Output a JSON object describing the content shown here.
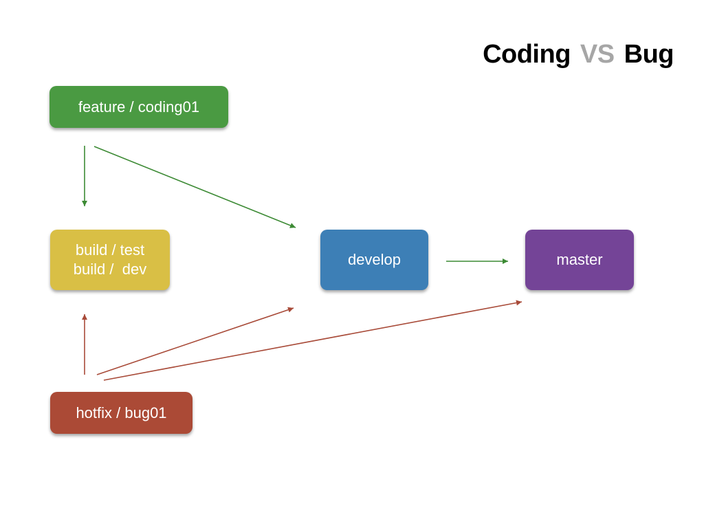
{
  "title": {
    "left": "Coding",
    "middle": "VS",
    "right": "Bug"
  },
  "colors": {
    "feature": "#4a9a42",
    "build": "#d9bf45",
    "develop": "#3d7fb6",
    "master": "#744497",
    "hotfix": "#ab4a36",
    "green_arrow": "#3c8a34",
    "red_arrow": "#a84a38",
    "title_vs": "#a6a6a6"
  },
  "nodes": {
    "feature": {
      "label": "feature / coding01"
    },
    "build": {
      "line1": "build / test",
      "line2": "build /  dev"
    },
    "develop": {
      "label": "develop"
    },
    "master": {
      "label": "master"
    },
    "hotfix": {
      "label": "hotfix / bug01"
    }
  },
  "edges": [
    {
      "from": "feature",
      "to": "build",
      "color": "green"
    },
    {
      "from": "feature",
      "to": "develop",
      "color": "green"
    },
    {
      "from": "develop",
      "to": "master",
      "color": "green"
    },
    {
      "from": "hotfix",
      "to": "build",
      "color": "red"
    },
    {
      "from": "hotfix",
      "to": "develop",
      "color": "red"
    },
    {
      "from": "hotfix",
      "to": "master",
      "color": "red"
    }
  ]
}
